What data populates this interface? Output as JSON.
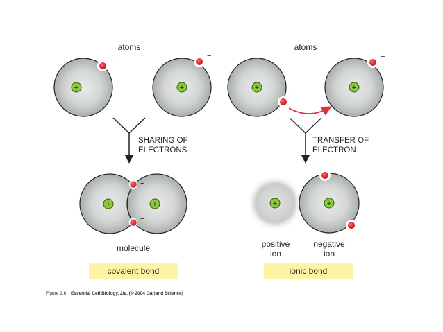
{
  "colors": {
    "highlight": "#fff3a6",
    "electron": "#d8262c",
    "nucleus": "#8dc63f",
    "arrow": "#e0323a",
    "atom_edge": "#222222"
  },
  "covalent": {
    "atoms_label": "atoms",
    "step_label_line1": "SHARING OF",
    "step_label_line2": "ELECTRONS",
    "molecule_label": "molecule",
    "bond_label": "covalent bond"
  },
  "ionic": {
    "atoms_label": "atoms",
    "step_label_line1": "TRANSFER OF",
    "step_label_line2": "ELECTRON",
    "positive_label_line1": "positive",
    "positive_label_line2": "ion",
    "negative_label_line1": "negative",
    "negative_label_line2": "ion",
    "bond_label": "ionic bond"
  },
  "symbols": {
    "plus": "+",
    "minus": "−"
  },
  "caption": {
    "figure": "Figure 2.6",
    "source": "Essential Cell Biology, 2/e. (© 2004 Garland Science)"
  }
}
